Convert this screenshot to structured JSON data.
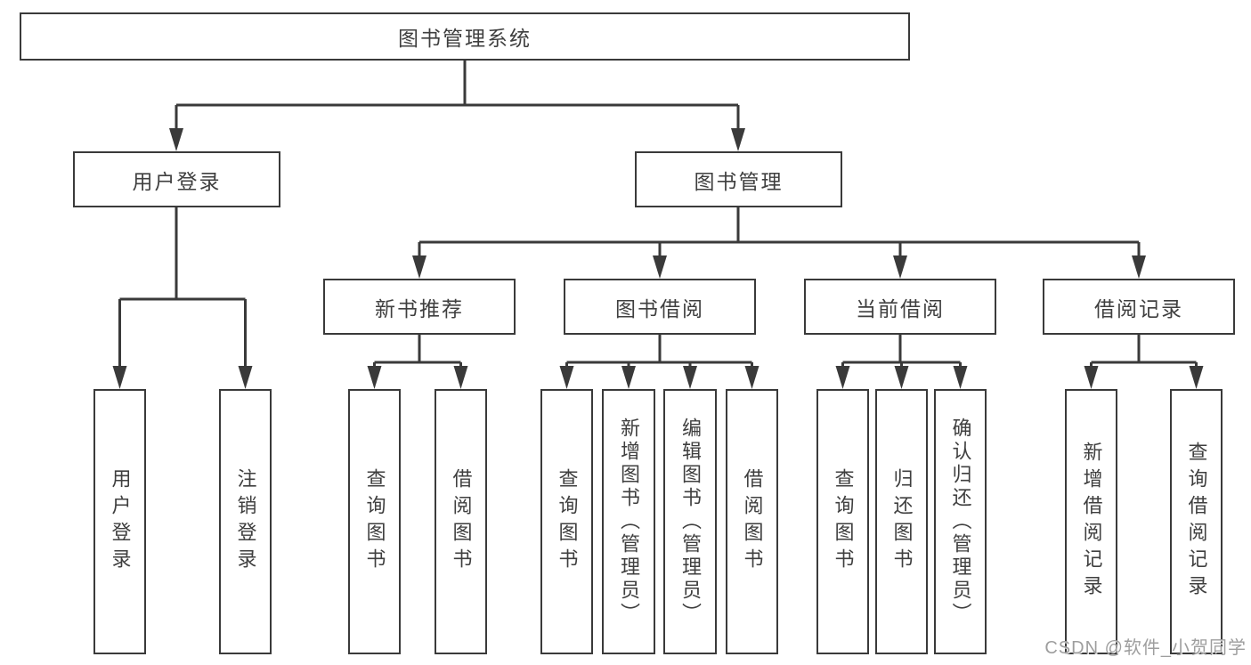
{
  "nodes": {
    "root": {
      "label": "图书管理系统"
    },
    "user_login": {
      "label": "用户登录"
    },
    "book_management": {
      "label": "图书管理"
    },
    "new_book_recommend": {
      "label": "新书推荐"
    },
    "book_borrow": {
      "label": "图书借阅"
    },
    "current_borrow": {
      "label": "当前借阅"
    },
    "borrow_records": {
      "label": "借阅记录"
    },
    "ul_user_login": {
      "label": "用户登录"
    },
    "ul_logout": {
      "label": "注销登录"
    },
    "nr_query_books": {
      "label": "查询图书"
    },
    "nr_borrow_books": {
      "label": "借阅图书"
    },
    "bb_query_books": {
      "label": "查询图书"
    },
    "bb_add_books": {
      "label": "新增图书（管理员）"
    },
    "bb_edit_books": {
      "label": "编辑图书（管理员）"
    },
    "bb_borrow_books": {
      "label": "借阅图书"
    },
    "cb_query_books": {
      "label": "查询图书"
    },
    "cb_return_books": {
      "label": "归还图书"
    },
    "cb_confirm_return": {
      "label": "确认归还（管理员）"
    },
    "br_add_record": {
      "label": "新增借阅记录"
    },
    "br_query_record": {
      "label": "查询借阅记录"
    }
  },
  "watermark": {
    "text": "CSDN @软件_小贺同学"
  },
  "colors": {
    "line": "#3a3a3a",
    "text": "#3f3f3f",
    "background": "#ffffff",
    "watermark": "#9e9e9e"
  }
}
